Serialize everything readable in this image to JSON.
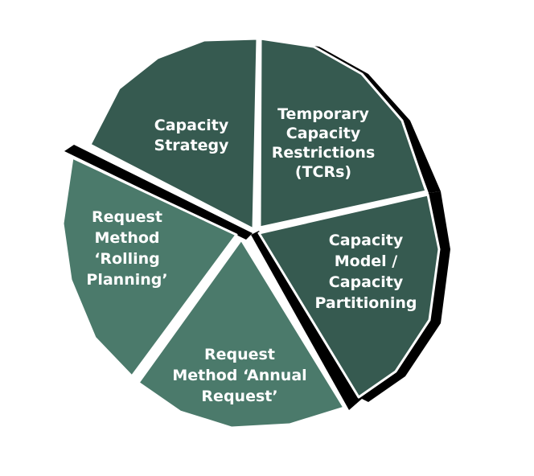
{
  "diagram": {
    "segments": [
      {
        "id": "capacity-strategy",
        "lines": [
          "Capacity",
          "Strategy"
        ],
        "color": "#365a50"
      },
      {
        "id": "tcrs",
        "lines": [
          "Temporary",
          "Capacity",
          "Restrictions",
          "(TCRs)"
        ],
        "color": "#365a50"
      },
      {
        "id": "capacity-model",
        "lines": [
          "Capacity",
          "Model /",
          "Capacity",
          "Partitioning"
        ],
        "color": "#365a50"
      },
      {
        "id": "annual-request",
        "lines": [
          "Request",
          "Method ‘Annual",
          "Request’"
        ],
        "color": "#4b7a6b"
      },
      {
        "id": "rolling-planning",
        "lines": [
          "Request",
          "Method",
          "‘Rolling",
          "Planning’"
        ],
        "color": "#4b7a6b"
      }
    ],
    "colors": {
      "shadow": "#000000",
      "divider": "#ffffff",
      "background": "#ffffff"
    }
  }
}
